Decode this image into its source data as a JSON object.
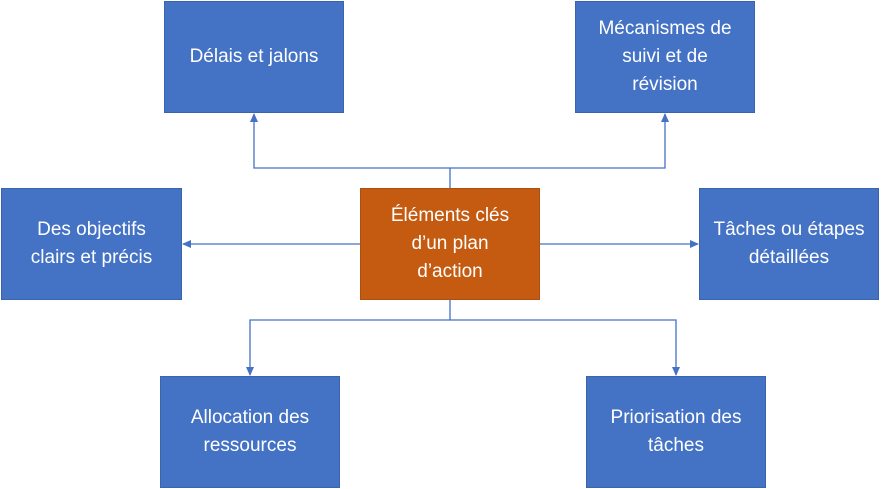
{
  "diagram": {
    "center": {
      "label": "Éléments clés\nd’un plan\nd’action",
      "color": "#c55a11"
    },
    "nodes": [
      {
        "id": "delais",
        "label": "Délais et jalons"
      },
      {
        "id": "mecanismes",
        "label": "Mécanismes de\nsuivi et de\nrévision"
      },
      {
        "id": "objectifs",
        "label": "Des objectifs\nclairs et précis"
      },
      {
        "id": "taches",
        "label": "Tâches ou étapes\ndétaillées"
      },
      {
        "id": "allocation",
        "label": "Allocation des\nressources"
      },
      {
        "id": "priorisation",
        "label": "Priorisation des\ntâches"
      }
    ],
    "node_color": "#4472c4",
    "connector_color": "#4472c4"
  }
}
